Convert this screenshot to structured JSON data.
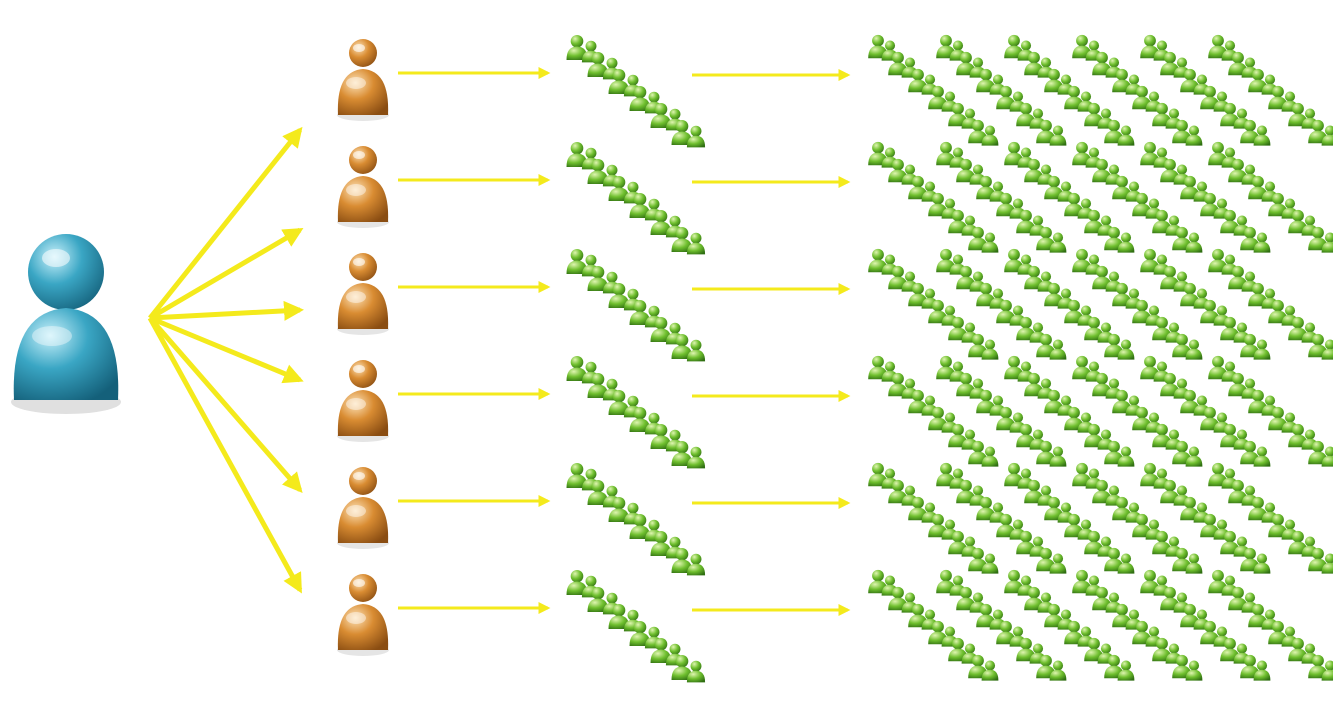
{
  "diagram": {
    "type": "referral-tree",
    "colors": {
      "background": "#ffffff",
      "root": "#3aa6c4",
      "level1": "#d98c32",
      "level2": "#6fbf2e",
      "arrow": "#f4ea1c"
    },
    "icons": {
      "root": "person-icon",
      "level1": "person-icon",
      "level2": "person-group-icon",
      "connector": "arrow-icon"
    },
    "levels": [
      {
        "name": "root",
        "count": 1
      },
      {
        "name": "level1",
        "count": 6
      },
      {
        "name": "level2",
        "branches": 6,
        "icons_per_branch": 6
      },
      {
        "name": "level3",
        "branches": 6,
        "icons_per_branch": 36
      }
    ]
  }
}
